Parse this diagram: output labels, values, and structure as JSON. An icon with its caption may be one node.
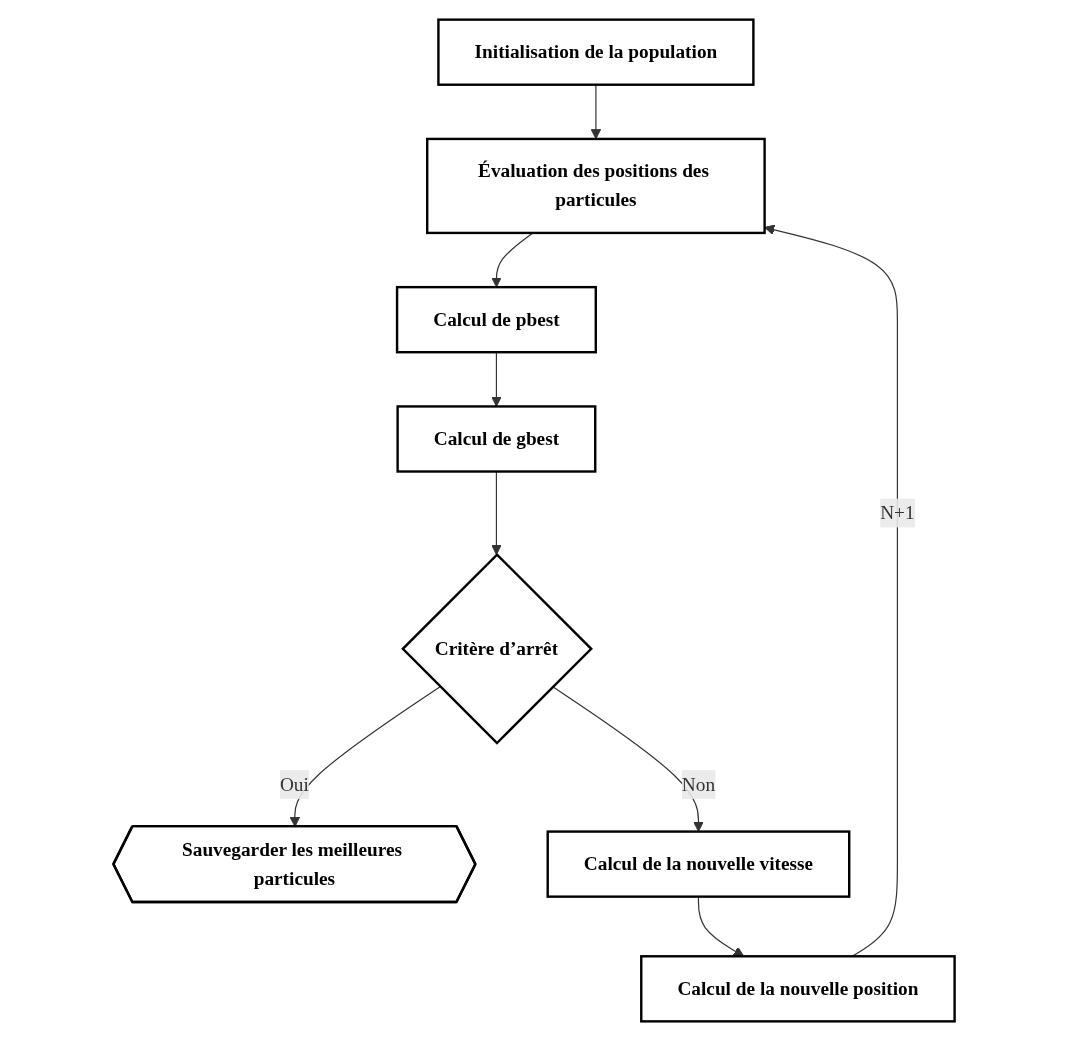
{
  "diagram": {
    "nodes": [
      {
        "text": [
          "Initialisation de la population"
        ]
      },
      {
        "text": [
          "Évaluation des positions des particules"
        ]
      },
      {
        "text": [
          "Calcul de pbest"
        ]
      },
      {
        "text": [
          "Calcul de gbest"
        ]
      },
      {
        "text": [
          "Critère d’arrêt"
        ]
      },
      {
        "text": [
          "Sauvegarder les meilleures particules"
        ]
      },
      {
        "text": [
          "Calcul de la nouvelle vitesse"
        ]
      },
      {
        "text": [
          "Calcul de la nouvelle position"
        ]
      }
    ],
    "edges": [
      {
        "from": 0,
        "to": 1,
        "arrow": "to"
      },
      {
        "from": 1,
        "to": 2,
        "arrow": "to"
      },
      {
        "from": 2,
        "to": 3,
        "arrow": "to"
      },
      {
        "from": 3,
        "to": 4,
        "arrow": "to"
      },
      {
        "from": 4,
        "to": 5,
        "label": "Oui",
        "arrow": "to"
      },
      {
        "from": 4,
        "to": 6,
        "label": "Non",
        "arrow": "to"
      },
      {
        "from": 6,
        "to": 7,
        "arrow": "to"
      },
      {
        "from": 7,
        "to": 1,
        "label": "N+1",
        "arrow": "to"
      }
    ]
  }
}
